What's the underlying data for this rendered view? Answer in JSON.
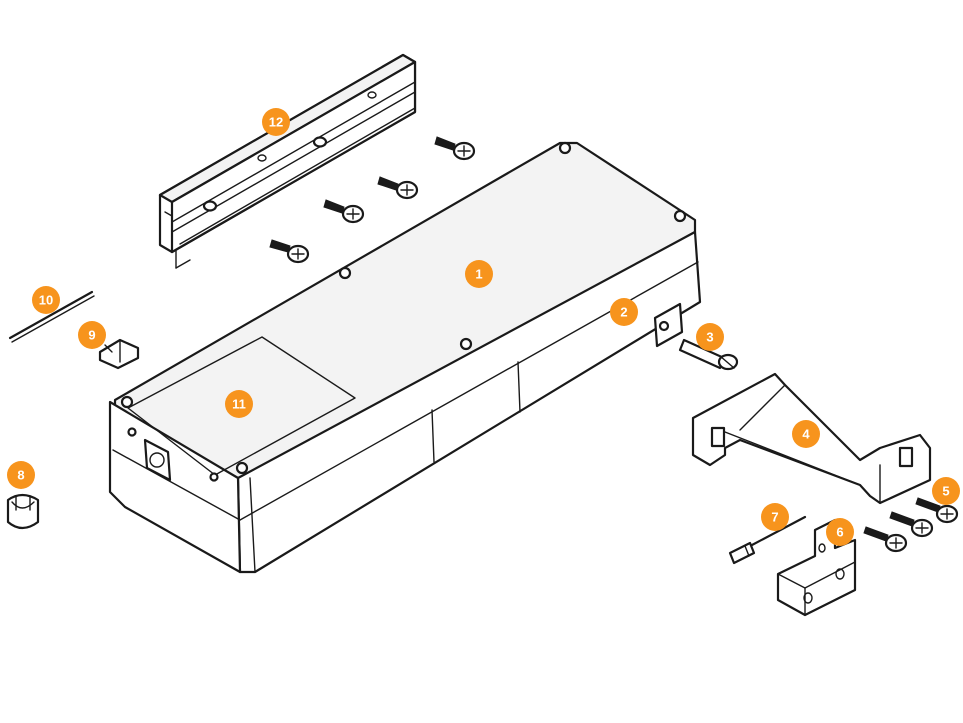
{
  "accent_color": "#f7941d",
  "callouts": [
    "1",
    "2",
    "3",
    "4",
    "5",
    "6",
    "7",
    "8",
    "9",
    "10",
    "11",
    "12"
  ]
}
